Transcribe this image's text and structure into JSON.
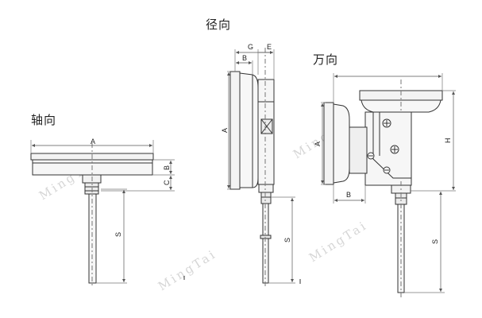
{
  "views": {
    "axial": {
      "title": "轴向",
      "dim_a": "A",
      "dim_b": "B",
      "dim_c": "C",
      "dim_s": "S"
    },
    "radial": {
      "title": "径向",
      "dim_g": "G",
      "dim_e": "E",
      "dim_b": "B",
      "dim_a": "A",
      "dim_s": "S"
    },
    "universal": {
      "title": "万向",
      "dim_a": "A",
      "dim_h": "H",
      "dim_b": "B",
      "dim_s": "S"
    }
  },
  "watermark": {
    "text": "MingTai"
  },
  "colors": {
    "line": "#333333",
    "dim": "#555555",
    "fill": "#f1f1f1",
    "watermark": "#d6d6d6"
  }
}
